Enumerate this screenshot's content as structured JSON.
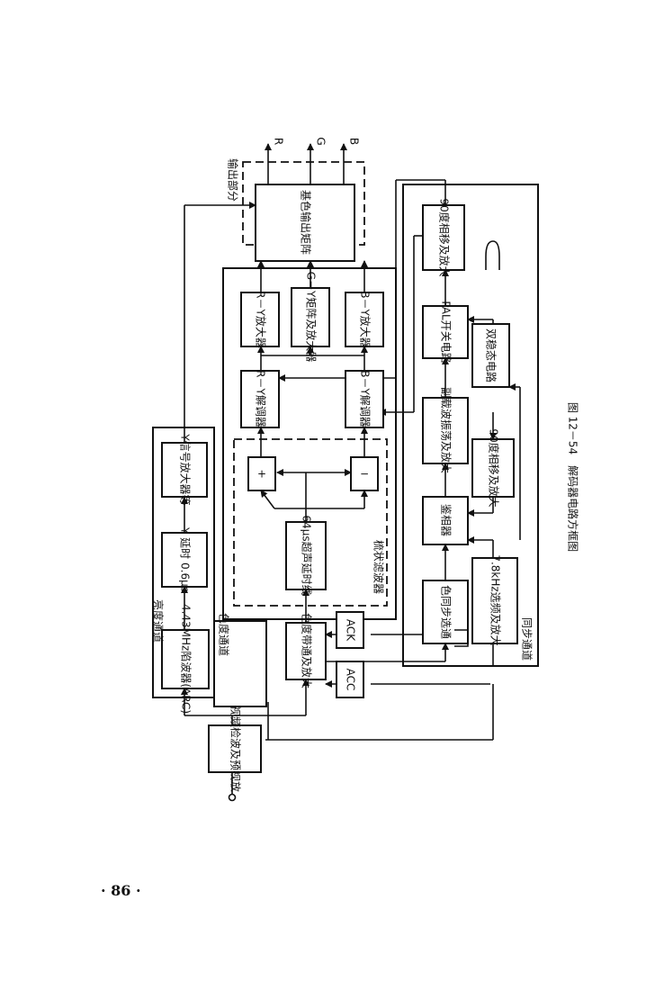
{
  "figure_caption": "图 12－54　解码器电路方框图",
  "page_number": "· 86 ·",
  "blocks": {
    "video_detect": "视频检波及预视放",
    "trap": "4.43MHz陷波器(ARC)",
    "y_delay": "Y 延时 0.6μs",
    "y_amp": "Y信号放大器等",
    "chroma_bp": "色度带通及放大",
    "acc": "ACC",
    "ack": "ACK",
    "delay_line": "64μs超声延时线",
    "plus": "+",
    "minus": "−",
    "ry_demod": "R－Y解调器",
    "by_demod": "B－Y解调器",
    "ry_amp": "R－Y放大器",
    "gy_matrix": "G－Y矩阵及放大器",
    "by_amp": "B－Y放大器",
    "matrix": "基色输出矩阵",
    "burst_sep": "色同步选通",
    "osc": "副载波振荡及放大",
    "phase_det": "鉴相器",
    "shift90_a": "90度相移及放大",
    "shift90_b": "90度相移及放大",
    "pal_switch": "PAL开关电路",
    "bistable": "双稳态电路",
    "amp78": "7.8kHz选频及放大"
  },
  "group_labels": {
    "luma": "亮度通道",
    "chroma": "色度通道",
    "comb": "梳状滤波器",
    "output": "输出部分",
    "sync": "同步通道"
  },
  "outputs": {
    "r": "R",
    "g": "G",
    "b": "B"
  }
}
